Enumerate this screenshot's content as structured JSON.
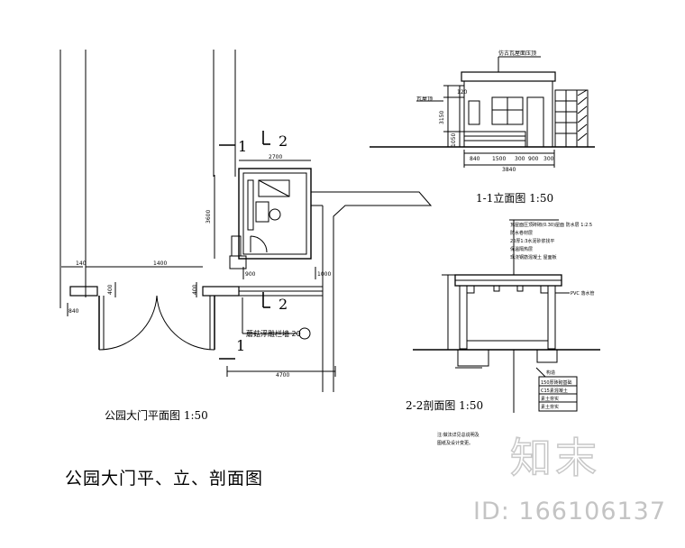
{
  "captions": {
    "plan": "公园大门平面图  1:50",
    "elevation": "1-1立面图  1:50",
    "section": "2-2剖面图  1:50",
    "drawing_title": "公园大门平、立、剖面图"
  },
  "section_marks": {
    "one": "1",
    "two": "2"
  },
  "plan_dims": {
    "top_width": "2700",
    "depth": "3600",
    "gate_width": "1400",
    "wall_left": "140",
    "left_side": "840",
    "bottom_total": "4700",
    "post_a": "400",
    "post_b": "400",
    "small_a": "900",
    "small_b": "1000",
    "note": "蘑菇浮雕栏墙  20"
  },
  "elev_dims": {
    "bottom": [
      "840",
      "1500",
      "300",
      "900",
      "300"
    ],
    "total": "3840",
    "left_top": "120",
    "left_mid": "3150",
    "left_low": "1050",
    "left_note": "瓦屋顶",
    "top_note": "仿古瓦屋面压顶"
  },
  "sect_notes": {
    "layers": [
      "瓦屋面压顶砖砌(0.30)屋面 防水层 1:2.5",
      "防水卷材层",
      "20厚1:3水泥砂浆找平",
      "保温隔热层",
      "现浇钢筋混凝土 屋面板"
    ],
    "side": "PVC 落水管",
    "legend_label": "构造",
    "floor_layers": [
      "150厚砖砌基础",
      "C15素混凝土",
      "素土夯实",
      "素土夯实"
    ],
    "footnote_line1": "注:做法详见总说明及",
    "footnote_line2": "图纸及设计变更。"
  },
  "watermark": {
    "logo": "知末",
    "id": "ID: 166106137"
  }
}
